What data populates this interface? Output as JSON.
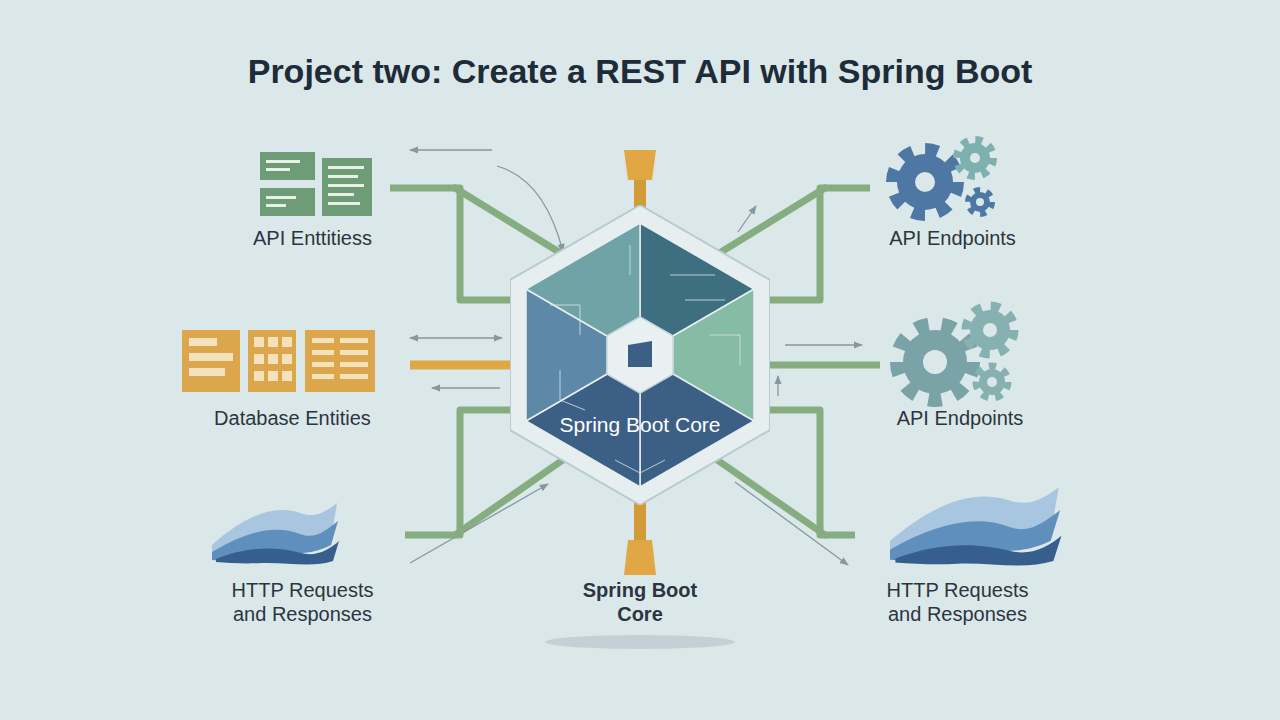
{
  "diagram": {
    "title": "Project two: Create a REST API with Spring Boot",
    "nodes": [
      {
        "text": [
          "API Enttitiess"
        ]
      },
      {
        "text": [
          "API Endpoints"
        ]
      },
      {
        "text": [
          "Database Entities"
        ]
      },
      {
        "text": [
          "Spring Boot Core"
        ]
      },
      {
        "text": [
          "API Endpoints"
        ]
      },
      {
        "text": [
          "HTTP Requests and Responses"
        ]
      },
      {
        "text": [
          "HTTP Requests and Responses"
        ]
      }
    ],
    "edges": [
      {
        "from": 0,
        "to": 3,
        "arrow": "none"
      },
      {
        "from": 1,
        "to": 3,
        "arrow": "none"
      },
      {
        "from": 2,
        "to": 3,
        "arrow": "none"
      },
      {
        "from": 4,
        "to": 3,
        "arrow": "none"
      },
      {
        "from": 5,
        "to": 3,
        "arrow": "none"
      },
      {
        "from": 6,
        "to": 3,
        "arrow": "none"
      }
    ],
    "labels": [
      "Spring Boot Core"
    ]
  }
}
